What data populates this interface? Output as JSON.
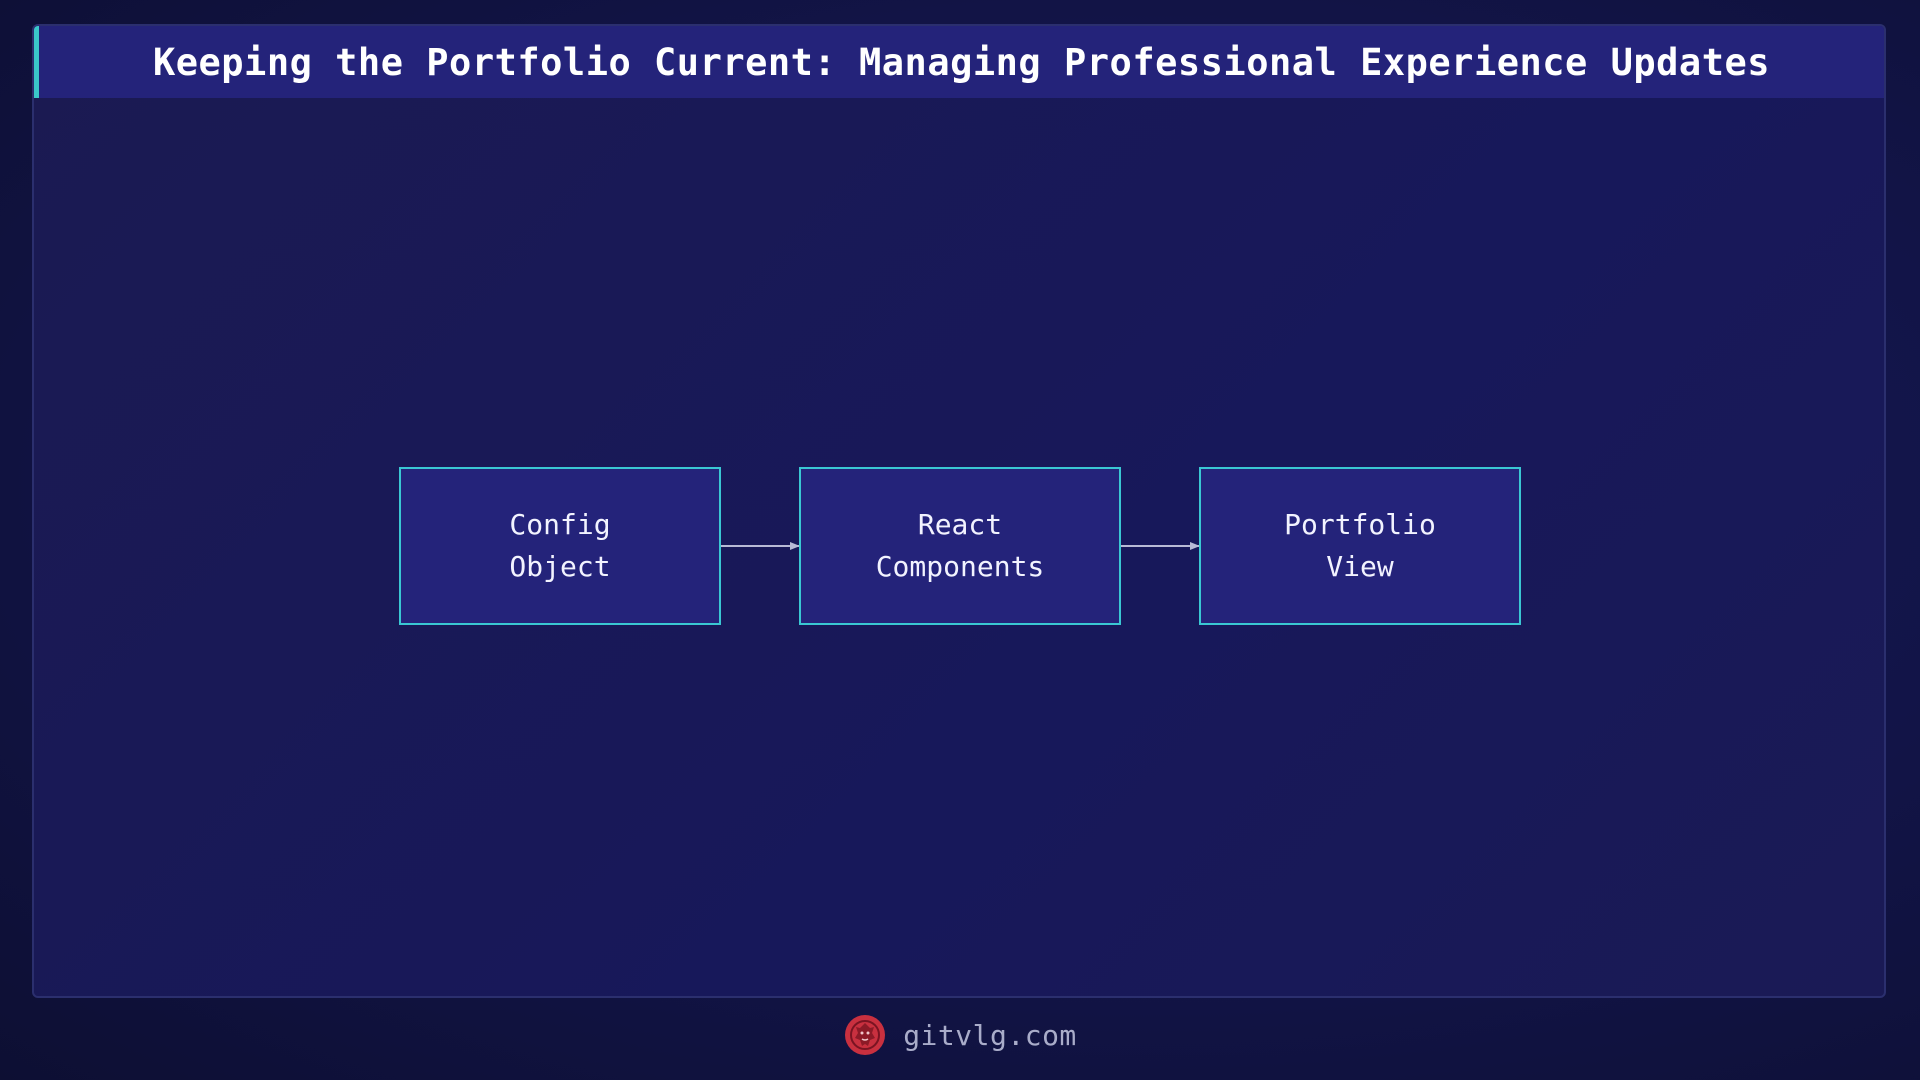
{
  "title": "Keeping the Portfolio Current: Managing Professional Experience Updates",
  "diagram": {
    "nodes": [
      {
        "id": "config",
        "label": "Config\nObject"
      },
      {
        "id": "react",
        "label": "React\nComponents"
      },
      {
        "id": "portfolio",
        "label": "Portfolio\nView"
      }
    ],
    "edges": [
      {
        "from": "config",
        "to": "react"
      },
      {
        "from": "react",
        "to": "portfolio"
      }
    ]
  },
  "footer": {
    "site": "gitvlg.com",
    "logo_icon": "lion-logo-icon"
  },
  "colors": {
    "accent": "#3ac7c9",
    "node_fill": "#24237a",
    "node_border": "#3ac7d3",
    "logo_red": "#c9303f"
  }
}
